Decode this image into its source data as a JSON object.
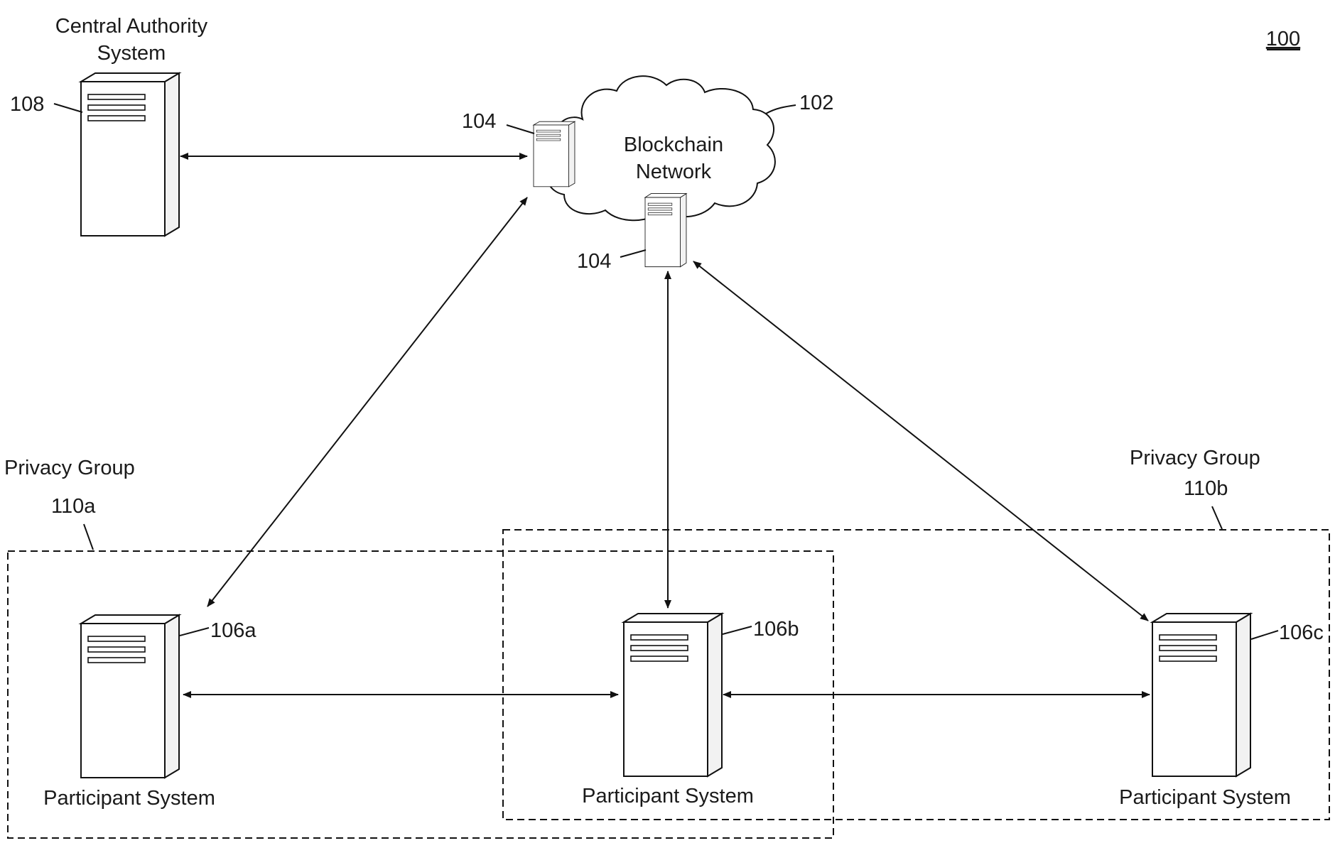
{
  "figure_number": "100",
  "nodes": {
    "central_authority": {
      "label_line1": "Central Authority",
      "label_line2": "System",
      "ref": "108"
    },
    "blockchain_network": {
      "label_line1": "Blockchain",
      "label_line2": "Network",
      "ref": "102"
    },
    "blockchain_node_ref": "104",
    "participant_a": {
      "label": "Participant System",
      "ref": "106a"
    },
    "participant_b": {
      "label": "Participant System",
      "ref": "106b"
    },
    "participant_c": {
      "label": "Participant System",
      "ref": "106c"
    }
  },
  "groups": {
    "privacy_group_a": {
      "label": "Privacy Group",
      "ref": "110a"
    },
    "privacy_group_b": {
      "label": "Privacy Group",
      "ref": "110b"
    }
  },
  "connections": [
    {
      "from": "Central Authority System",
      "to": "Blockchain Network node 104",
      "bidirectional": true
    },
    {
      "from": "Participant System 106a",
      "to": "Blockchain Network node 104",
      "bidirectional": true
    },
    {
      "from": "Participant System 106b",
      "to": "Blockchain Network node 104",
      "bidirectional": true
    },
    {
      "from": "Participant System 106c",
      "to": "Blockchain Network node 104",
      "bidirectional": true
    },
    {
      "from": "Participant System 106a",
      "to": "Participant System 106b",
      "bidirectional": true
    },
    {
      "from": "Participant System 106b",
      "to": "Participant System 106c",
      "bidirectional": true
    }
  ]
}
